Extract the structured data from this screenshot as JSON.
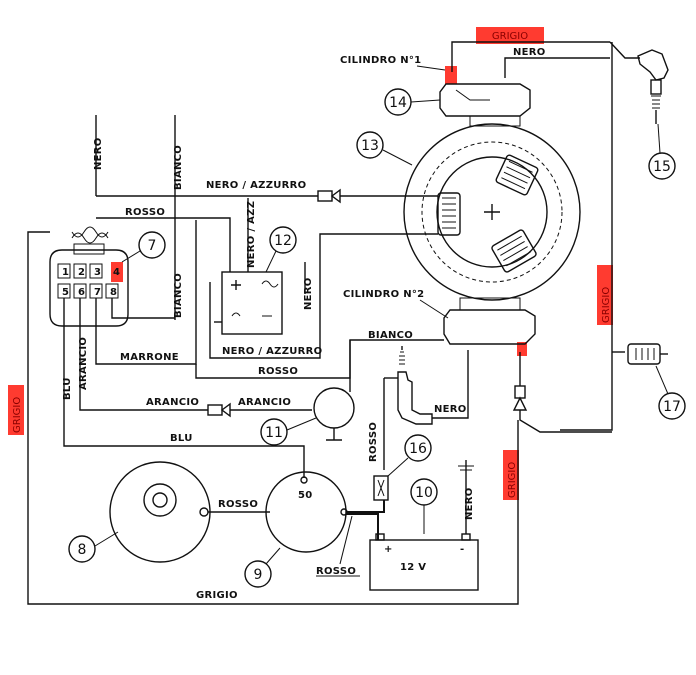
{
  "components": {
    "c7": "7",
    "c8": "8",
    "c9": "9",
    "c10": "10",
    "c11": "11",
    "c12": "12",
    "c13": "13",
    "c14": "14",
    "c15": "15",
    "c16": "16",
    "c17": "17"
  },
  "labels": {
    "cilindro1": "CILINDRO N°1",
    "cilindro2": "CILINDRO N°2",
    "grigio_top": "GRIGIO",
    "grigio_left": "GRIGIO",
    "grigio_right": "GRIGIO",
    "grigio_mid": "GRIGIO",
    "grigio_bottom": "GRIGIO",
    "nero_top": "NERO",
    "nero_left": "NERO",
    "bianco_top": "BIANCO",
    "bianco_side": "BIANCO",
    "bianco_mid": "BIANCO",
    "rosso_top": "ROSSO",
    "rosso_mid": "ROSSO",
    "rosso_vert": "ROSSO",
    "rosso_starter": "ROSSO",
    "rosso_bottom": "ROSSO",
    "nero_azzurro_top": "NERO / AZZURRO",
    "nero_azz_vert": "NERO / AZZ",
    "nero_reg": "NERO",
    "nero_azzurro_bottom": "NERO / AZZURRO",
    "marrone": "MARRONE",
    "arancio_vert": "ARANCIO",
    "arancio_h1": "ARANCIO",
    "arancio_h2": "ARANCIO",
    "blu_vert": "BLU",
    "blu_h": "BLU",
    "nero_plug2": "NERO",
    "nero_batt": "NERO",
    "solenoid_50": "50",
    "battery_12v": "12 V",
    "batt_plus": "+",
    "batt_minus": "-",
    "pin1": "1",
    "pin2": "2",
    "pin3": "3",
    "pin4": "4",
    "pin5": "5",
    "pin6": "6",
    "pin7": "7",
    "pin8": "8"
  },
  "colors": {
    "highlight": "#ff3b30",
    "ink": "#111111",
    "background": "#ffffff"
  }
}
